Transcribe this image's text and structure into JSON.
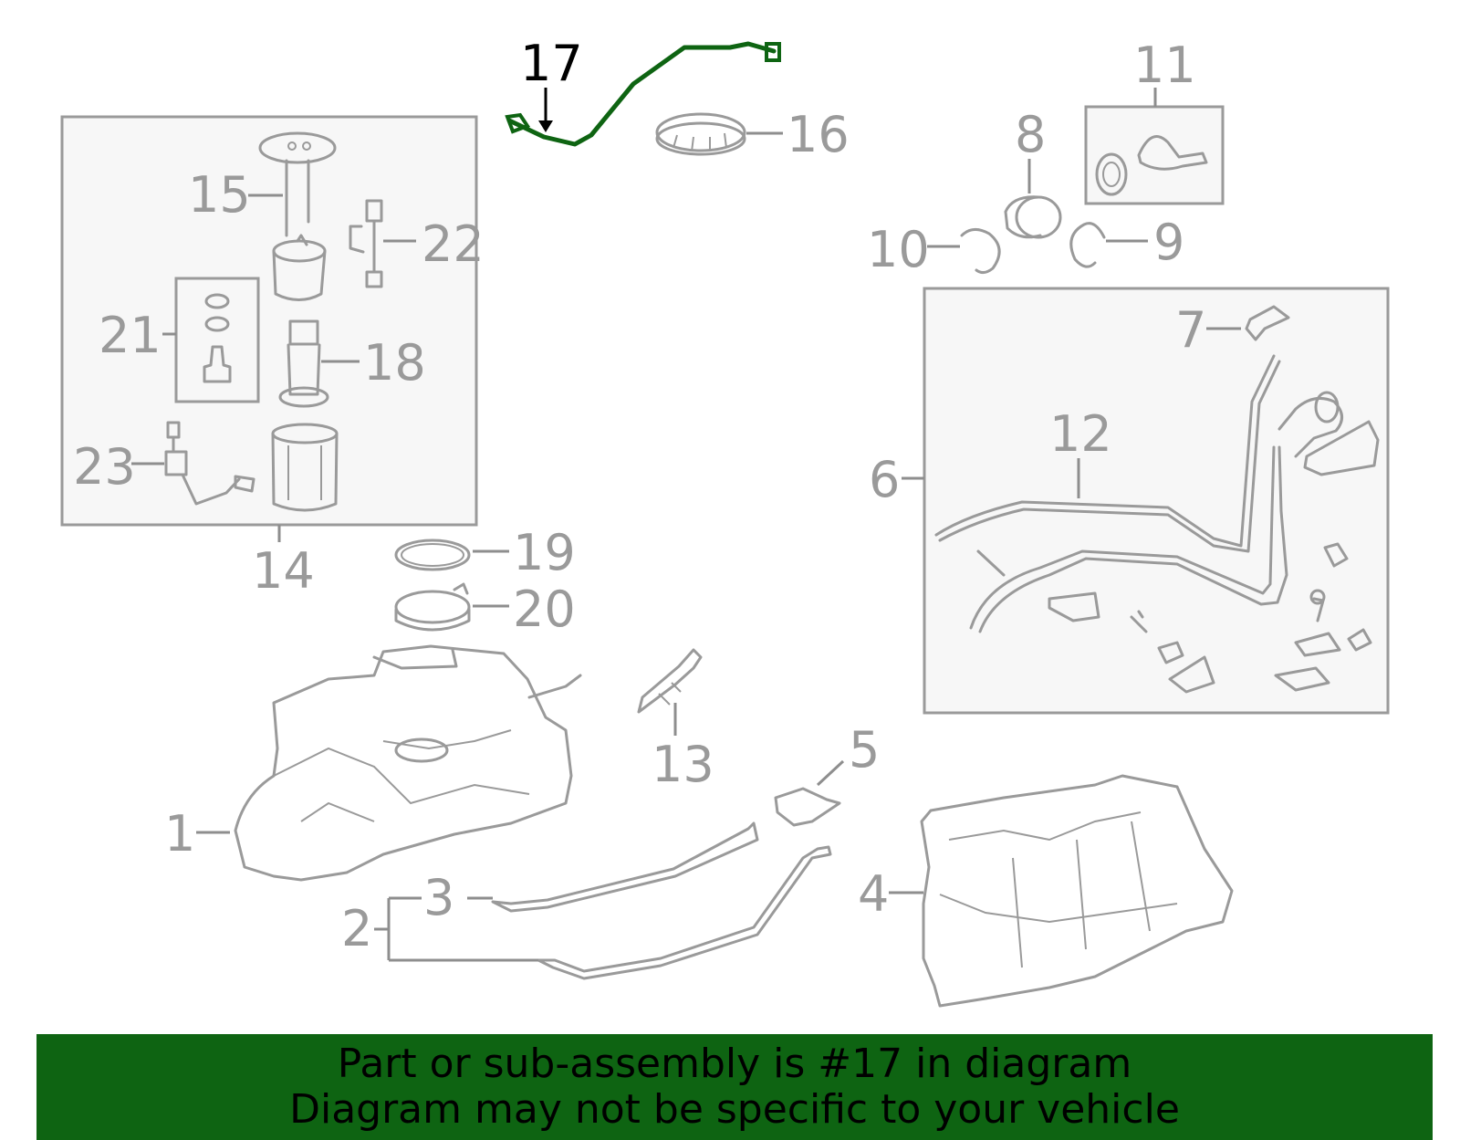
{
  "callouts": {
    "c1": "1",
    "c2": "2",
    "c3": "3",
    "c4": "4",
    "c5": "5",
    "c6": "6",
    "c7": "7",
    "c8": "8",
    "c9": "9",
    "c10": "10",
    "c11": "11",
    "c12": "12",
    "c13": "13",
    "c14": "14",
    "c15": "15",
    "c16": "16",
    "c17": "17",
    "c18": "18",
    "c19": "19",
    "c20": "20",
    "c21": "21",
    "c22": "22",
    "c23": "23"
  },
  "highlighted_part": "17",
  "colors": {
    "highlight": "#0e6412",
    "line": "#9a9a9a",
    "box_fill": "#f7f7f7",
    "banner_text": "#000000"
  },
  "banner": {
    "line1": "Part or sub-assembly is #17 in diagram",
    "line2": "Diagram may not be specific to your vehicle"
  }
}
